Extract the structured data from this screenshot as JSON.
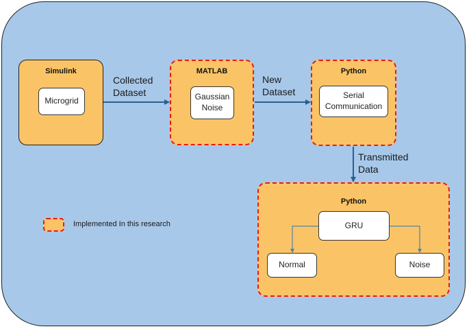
{
  "stages": {
    "simulink": {
      "title": "Simulink",
      "node": "Microgrid"
    },
    "matlab": {
      "title": "MATLAB",
      "node": "Gaussian\nNoise"
    },
    "python_comm": {
      "title": "Python",
      "node": "Serial\nCommunication"
    },
    "python_model": {
      "title": "Python",
      "model": "GRU",
      "outputs": [
        "Normal",
        "Noise"
      ]
    }
  },
  "edges": {
    "collected": "Collected\nDataset",
    "new": "New\nDataset",
    "transmitted": "Transmitted\nData"
  },
  "legend": {
    "label": "Implemented In this research"
  },
  "colors": {
    "background": "#a7c8e9",
    "stage_fill": "#fac466",
    "highlight_border": "#e8181f",
    "arrow": "#2a5f8f"
  }
}
